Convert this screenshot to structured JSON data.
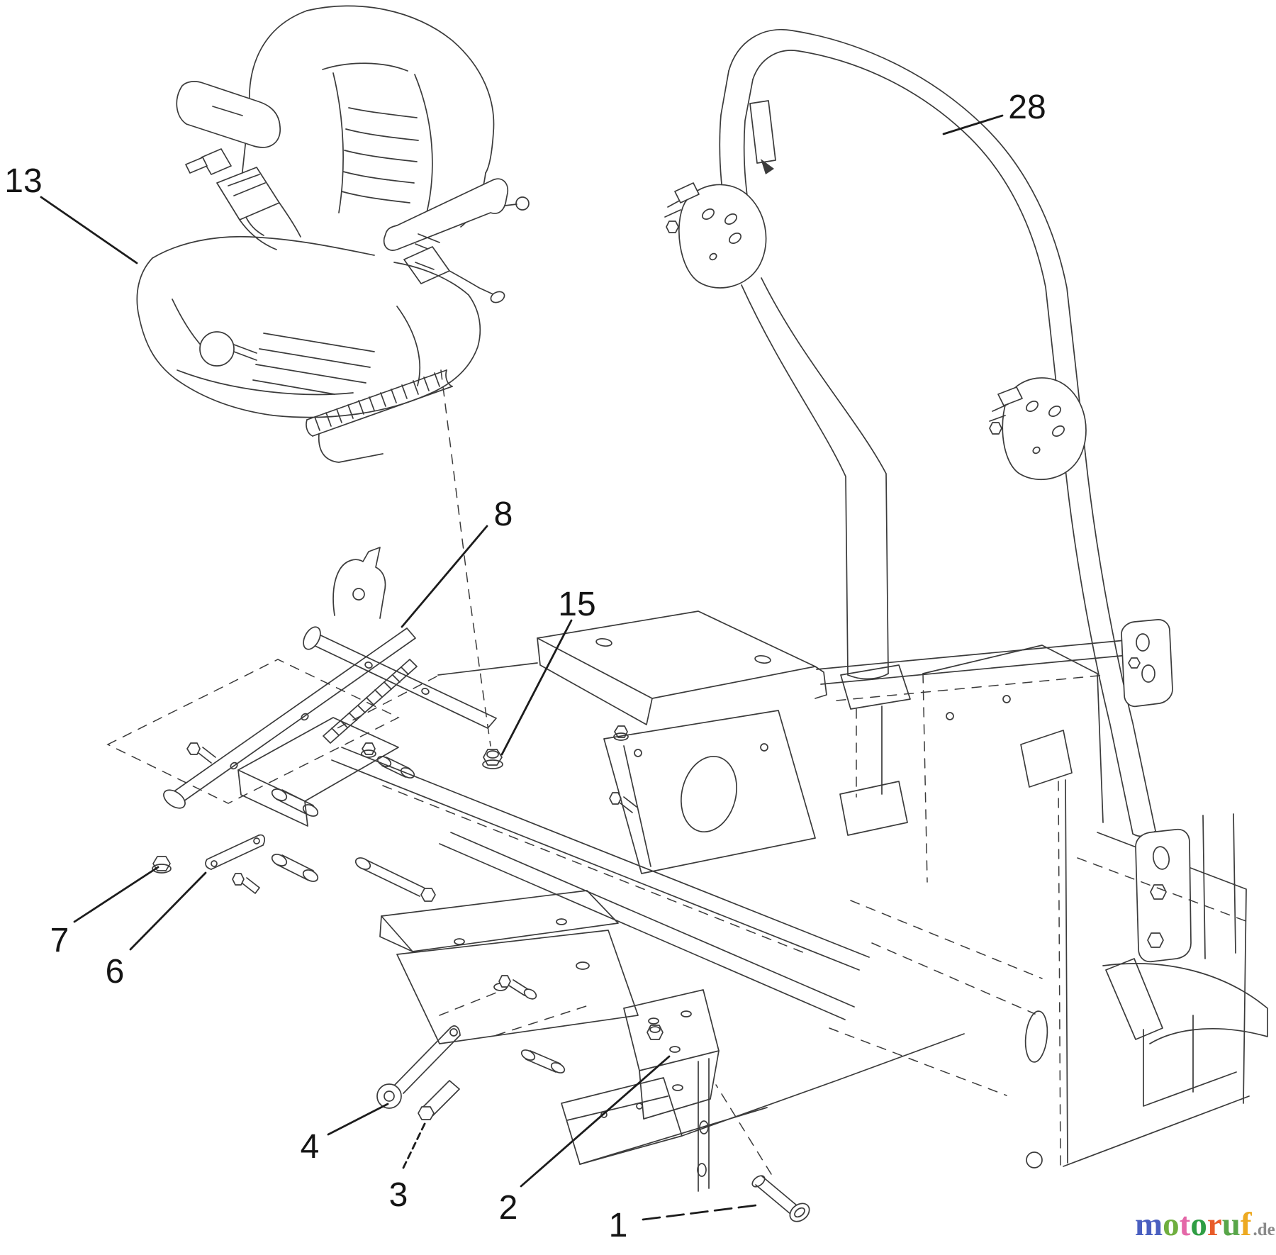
{
  "canvas": {
    "background": "#ffffff",
    "line_color": "#3b3b3b",
    "leader_color": "#1c1c1c",
    "label_color": "#141414"
  },
  "diagram": {
    "callouts": [
      {
        "label": "13"
      },
      {
        "label": "28"
      },
      {
        "label": "8"
      },
      {
        "label": "15"
      },
      {
        "label": "7"
      },
      {
        "label": "6"
      },
      {
        "label": "4"
      },
      {
        "label": "3"
      },
      {
        "label": "2"
      },
      {
        "label": "1"
      }
    ]
  },
  "watermark": {
    "brand_letters": [
      {
        "ch": "m",
        "color": "#4a5fc0"
      },
      {
        "ch": "o",
        "color": "#6fae3e"
      },
      {
        "ch": "t",
        "color": "#e468a8"
      },
      {
        "ch": "o",
        "color": "#2f9e44"
      },
      {
        "ch": "r",
        "color": "#e85c2a"
      },
      {
        "ch": "u",
        "color": "#58a649"
      },
      {
        "ch": "f",
        "color": "#eda921"
      }
    ],
    "suffix": ".de",
    "suffix_color": "#8a8a8a"
  }
}
